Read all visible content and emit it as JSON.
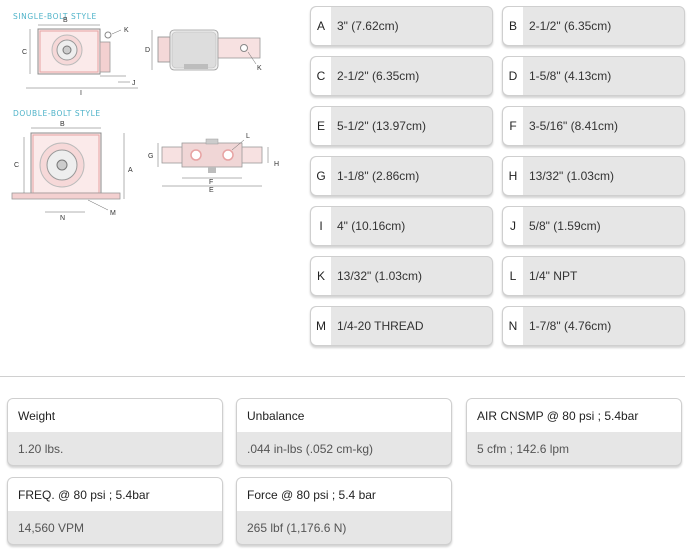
{
  "drawings": {
    "single_bolt_label": "SINGLE-BOLT STYLE",
    "double_bolt_label": "DOUBLE-BOLT STYLE",
    "single_letters": {
      "b": "B",
      "c": "C",
      "k1": "K",
      "d": "D",
      "k2": "K",
      "j": "J",
      "i": "I"
    },
    "double_letters": {
      "b": "B",
      "c": "C",
      "a": "A",
      "n": "N",
      "m": "M",
      "l": "L",
      "g": "G",
      "h": "H",
      "f": "F",
      "e": "E"
    }
  },
  "dimensions": [
    {
      "letter": "A",
      "value": "3\" (7.62cm)"
    },
    {
      "letter": "B",
      "value": "2-1/2\" (6.35cm)"
    },
    {
      "letter": "C",
      "value": "2-1/2\" (6.35cm)"
    },
    {
      "letter": "D",
      "value": "1-5/8\" (4.13cm)"
    },
    {
      "letter": "E",
      "value": "5-1/2\" (13.97cm)"
    },
    {
      "letter": "F",
      "value": "3-5/16\" (8.41cm)"
    },
    {
      "letter": "G",
      "value": "1-1/8\" (2.86cm)"
    },
    {
      "letter": "H",
      "value": "13/32\" (1.03cm)"
    },
    {
      "letter": "I",
      "value": "4\" (10.16cm)"
    },
    {
      "letter": "J",
      "value": "5/8\" (1.59cm)"
    },
    {
      "letter": "K",
      "value": "13/32\" (1.03cm)"
    },
    {
      "letter": "L",
      "value": "1/4\" NPT"
    },
    {
      "letter": "M",
      "value": "1/4-20 THREAD"
    },
    {
      "letter": "N",
      "value": "1-7/8\" (4.76cm)"
    }
  ],
  "specs": [
    {
      "label": "Weight",
      "value": "1.20 lbs."
    },
    {
      "label": "Unbalance",
      "value": ".044 in-lbs (.052 cm-kg)"
    },
    {
      "label": "AIR CNSMP @ 80 psi ; 5.4bar",
      "value": "5 cfm ; 142.6 lpm"
    },
    {
      "label": "FREQ. @ 80 psi ; 5.4bar",
      "value": "14,560 VPM"
    },
    {
      "label": "Force @ 80 psi ; 5.4 bar",
      "value": "265 lbf (1,176.6 N)"
    }
  ],
  "colors": {
    "accent_label": "#4fb3c9",
    "drawing_pink": "#e7a3a3",
    "card_bg": "#e6e6e6"
  }
}
